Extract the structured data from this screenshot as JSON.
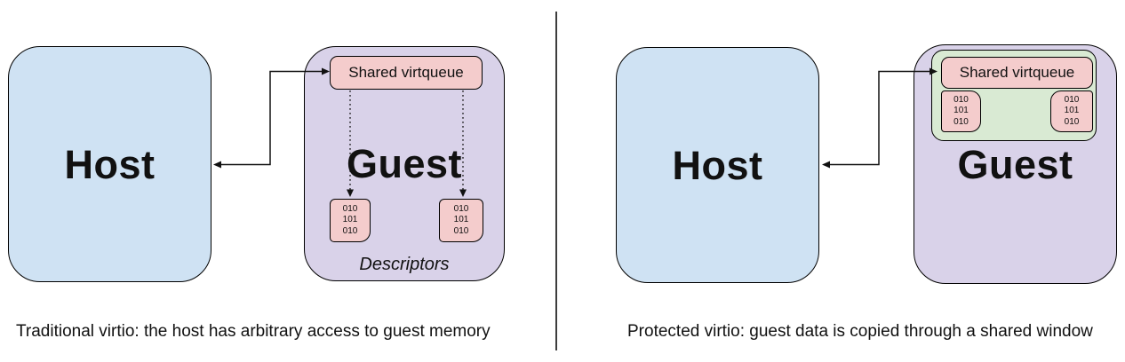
{
  "colors": {
    "host_fill": "#cfe2f3",
    "guest_fill": "#d9d2e9",
    "queue_fill": "#f4cccc",
    "window_fill": "#d9ead3",
    "border": "#000000",
    "line": "#111111",
    "divider": "#3d3d3d"
  },
  "left_panel": {
    "host_label": "Host",
    "guest_label": "Guest",
    "virtqueue_label": "Shared virtqueue",
    "descriptor_blocks": [
      {
        "bits": "010\n101\n010"
      },
      {
        "bits": "010\n101\n010"
      }
    ],
    "descriptors_label": "Descriptors",
    "caption": "Traditional virtio: the host has arbitrary access to guest memory"
  },
  "right_panel": {
    "host_label": "Host",
    "guest_label": "Guest",
    "virtqueue_label": "Shared virtqueue",
    "memory_blocks": [
      {
        "bits": "010\n101\n010"
      },
      {
        "bits": "010\n101\n010"
      }
    ],
    "caption": "Protected virtio: guest data is copied through a shared window"
  }
}
